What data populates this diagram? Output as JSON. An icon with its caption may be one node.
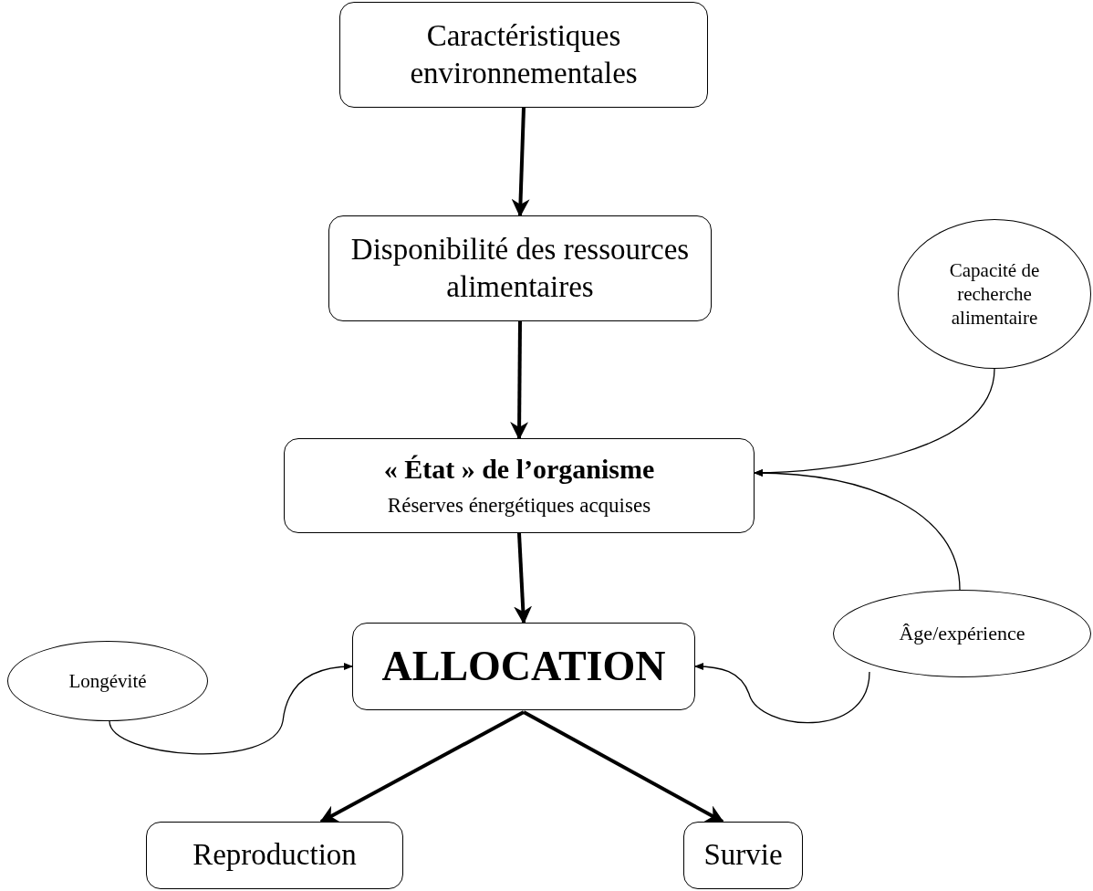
{
  "diagram": {
    "nodes": [
      {
        "text": [
          "Caractéristiques environnementales"
        ]
      },
      {
        "text": [
          "Disponibilité des ressources alimentaires"
        ]
      },
      {
        "text": [
          "« État » de l’organisme",
          "Réserves énergétiques acquises"
        ]
      },
      {
        "text": [
          "ALLOCATION"
        ]
      },
      {
        "text": [
          "Reproduction"
        ]
      },
      {
        "text": [
          "Survie"
        ]
      },
      {
        "text": [
          "Capacité de recherche alimentaire"
        ]
      },
      {
        "text": [
          "Âge/expérience"
        ]
      },
      {
        "text": [
          "Longévité"
        ]
      }
    ],
    "edges": [
      {
        "from": 0,
        "to": 1,
        "arrow": "to"
      },
      {
        "from": 1,
        "to": 2,
        "arrow": "to"
      },
      {
        "from": 2,
        "to": 3,
        "arrow": "to"
      },
      {
        "from": 3,
        "to": 4,
        "arrow": "to"
      },
      {
        "from": 3,
        "to": 5,
        "arrow": "to"
      },
      {
        "from": 6,
        "to": 2,
        "arrow": "to"
      },
      {
        "from": 7,
        "to": 2,
        "arrow": "to"
      },
      {
        "from": 7,
        "to": 3,
        "arrow": "to"
      },
      {
        "from": 8,
        "to": 3,
        "arrow": "to"
      }
    ]
  }
}
